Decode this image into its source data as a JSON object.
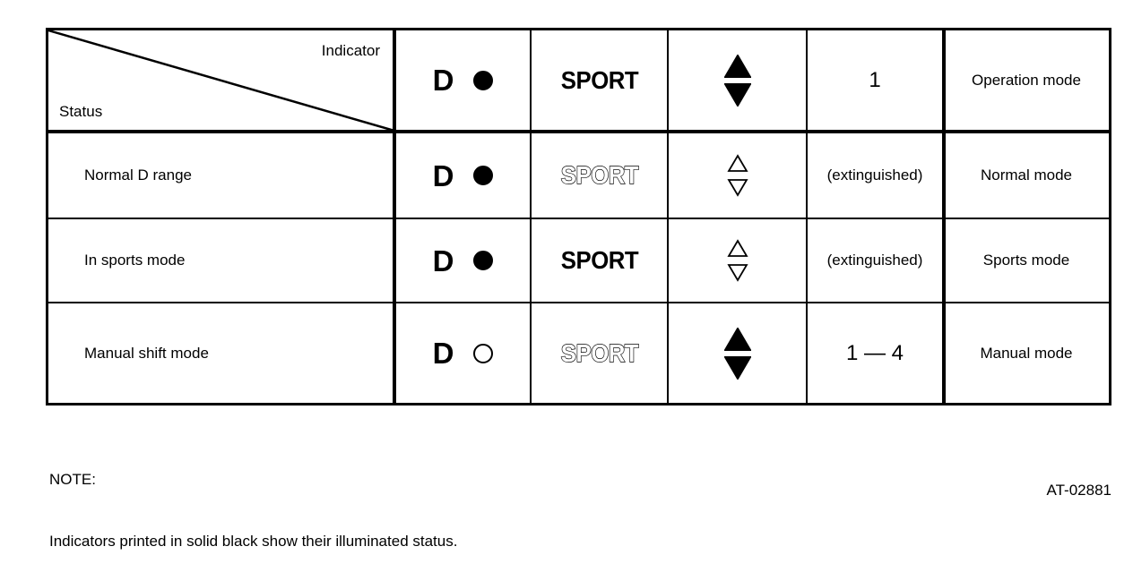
{
  "table": {
    "corner": {
      "indicator_label": "Indicator",
      "status_label": "Status"
    },
    "columns": [
      {
        "key": "status",
        "header": ""
      },
      {
        "key": "d_range",
        "header": "D"
      },
      {
        "key": "sport",
        "header": "SPORT"
      },
      {
        "key": "shift",
        "header": ""
      },
      {
        "key": "gear",
        "header": "1"
      },
      {
        "key": "mode",
        "header": "Operation mode"
      }
    ],
    "header": {
      "d_letter": "D",
      "d_dot_state": "lit",
      "sport_text": "SPORT",
      "sport_state": "lit",
      "arrow_up_state": "lit",
      "arrow_down_state": "lit",
      "gear": "1",
      "mode": "Operation mode"
    },
    "rows": [
      {
        "status": "Normal D range",
        "d_letter": "D",
        "d_dot_state": "lit",
        "sport_text": "SPORT",
        "sport_state": "unlit",
        "arrow_up_state": "unlit",
        "arrow_down_state": "unlit",
        "gear": "(extinguished)",
        "gear_size": "small",
        "mode": "Normal mode"
      },
      {
        "status": "In sports mode",
        "d_letter": "D",
        "d_dot_state": "lit",
        "sport_text": "SPORT",
        "sport_state": "lit",
        "arrow_up_state": "unlit",
        "arrow_down_state": "unlit",
        "gear": "(extinguished)",
        "gear_size": "small",
        "mode": "Sports mode"
      },
      {
        "status": "Manual shift mode",
        "d_letter": "D",
        "d_dot_state": "unlit",
        "sport_text": "SPORT",
        "sport_state": "unlit",
        "arrow_up_state": "lit",
        "arrow_down_state": "lit",
        "gear": "1 — 4",
        "gear_size": "large",
        "mode": "Manual mode"
      }
    ]
  },
  "note": {
    "line1": "NOTE:",
    "line2": "Indicators printed in solid black show their illuminated status."
  },
  "figure_id": "AT-02881",
  "colors": {
    "ink": "#000000",
    "paper": "#ffffff"
  }
}
